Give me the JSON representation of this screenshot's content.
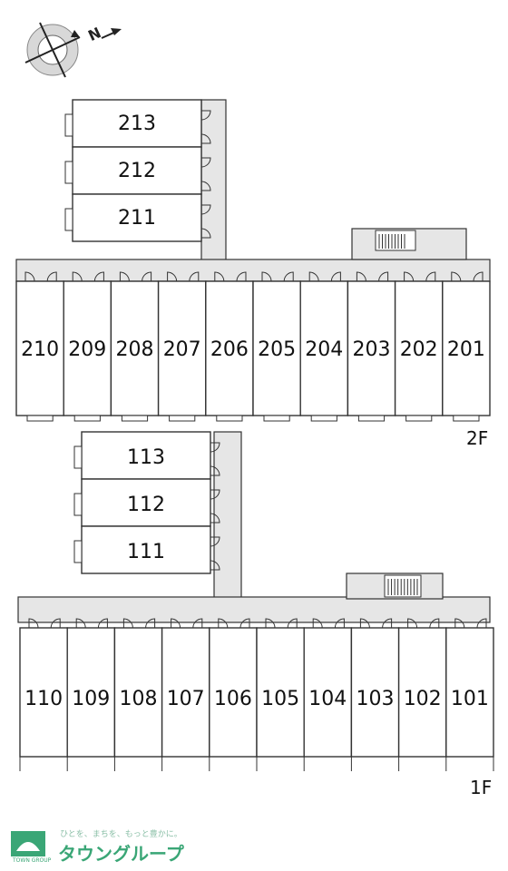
{
  "compass": {
    "label": "N"
  },
  "floors": {
    "second": {
      "label": "2F",
      "front_units": [
        "210",
        "209",
        "208",
        "207",
        "206",
        "205",
        "204",
        "203",
        "202",
        "201"
      ],
      "wing_units": [
        "213",
        "212",
        "211"
      ]
    },
    "first": {
      "label": "1F",
      "front_units": [
        "110",
        "109",
        "108",
        "107",
        "106",
        "105",
        "104",
        "103",
        "102",
        "101"
      ],
      "wing_units": [
        "113",
        "112",
        "111"
      ]
    }
  },
  "brand": {
    "tagline": "ひとを、まちを、もっと豊かに。",
    "name": "タウングループ",
    "small": "TOWN GROUP"
  },
  "colors": {
    "corridor": "#e6e6e6",
    "line": "#333333",
    "brand": "#3aa676"
  }
}
